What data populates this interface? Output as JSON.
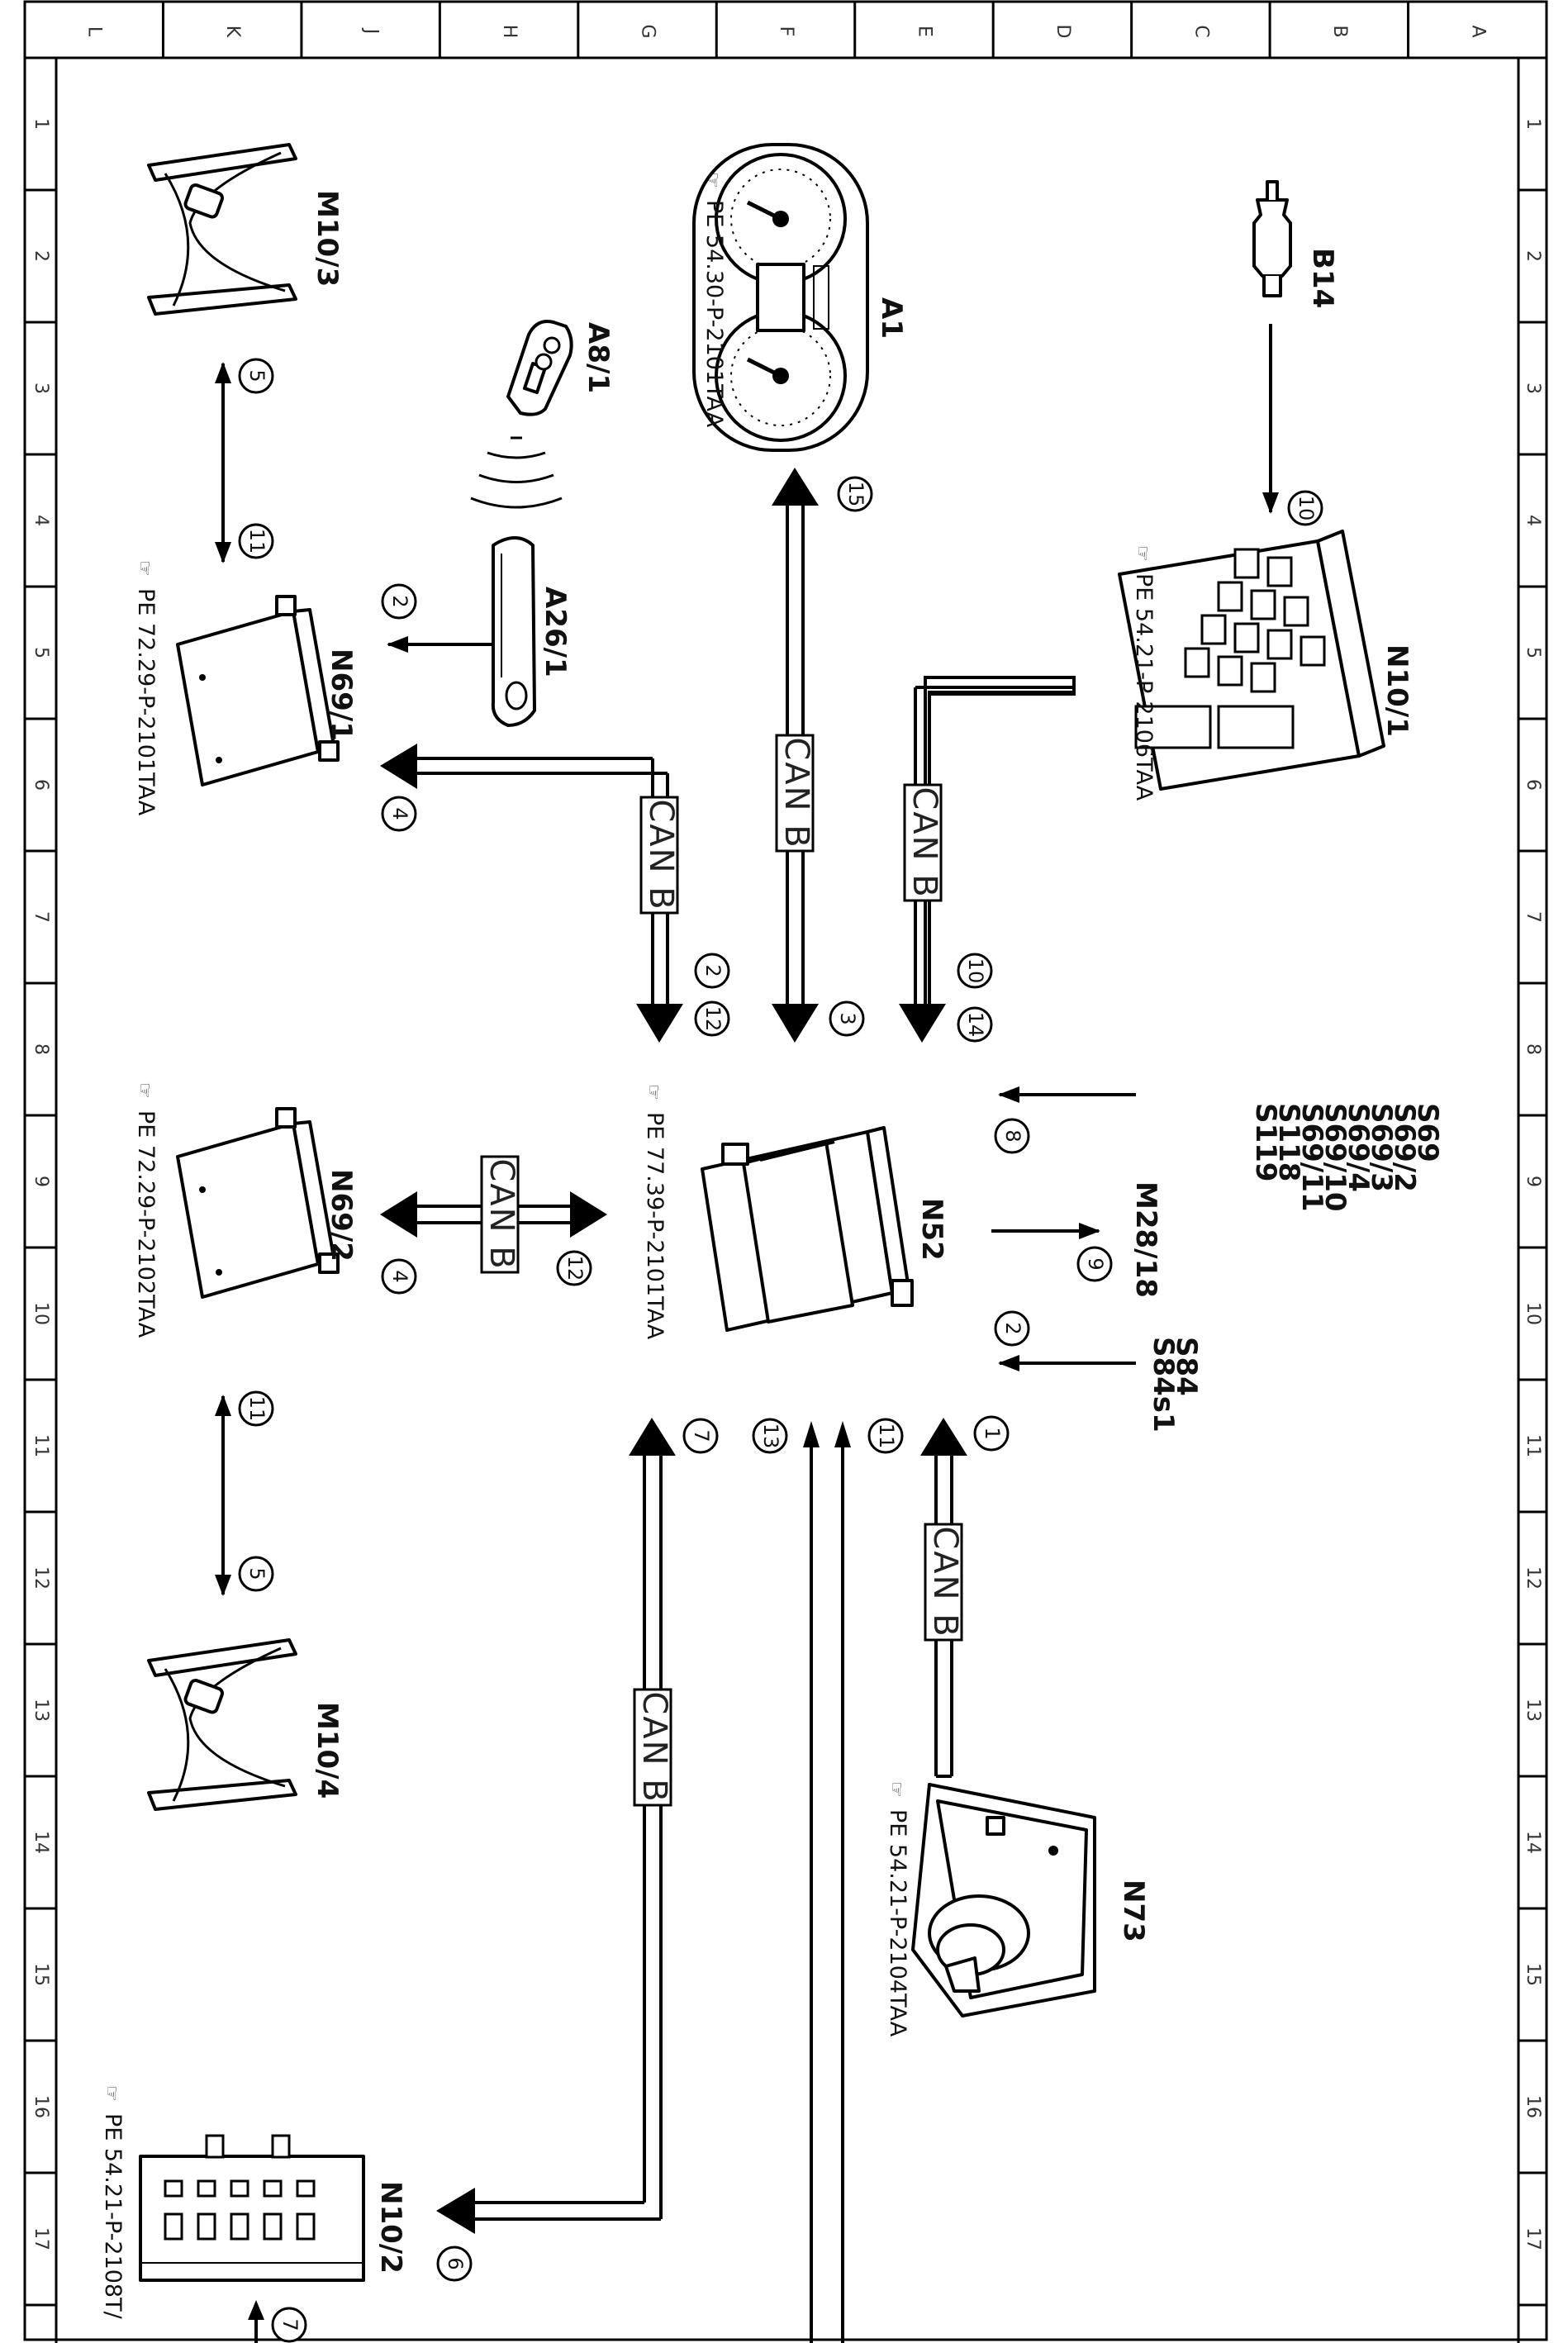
{
  "frame": {
    "column_letters": [
      "L",
      "K",
      "J",
      "H",
      "G",
      "F",
      "E",
      "D",
      "C",
      "B",
      "A"
    ],
    "row_numbers": [
      "1",
      "2",
      "3",
      "4",
      "5",
      "6",
      "7",
      "8",
      "9",
      "10",
      "11",
      "12",
      "13",
      "14",
      "15",
      "16",
      "17"
    ]
  },
  "components": {
    "b14": "B14",
    "a1": "A1",
    "a1_ref": "PE 54.30-P-2101TAA",
    "a8_1": "A8/1",
    "a26_1": "A26/1",
    "m10_3": "M10/3",
    "m10_4": "M10/4",
    "n10_1": "N10/1",
    "n10_1_ref": "PE 54.21-P-2106TAA",
    "n69_1": "N69/1",
    "n69_1_ref": "PE 72.29-P-2101TAA",
    "n69_2": "N69/2",
    "n69_2_ref": "PE 72.29-P-2102TAA",
    "n52": "N52",
    "n52_ref": "PE 77.39-P-2101TAA",
    "m28_18": "M28/18",
    "n73": "N73",
    "n73_ref": "PE 54.21-P-2104TAA",
    "n10_2": "N10/2",
    "n10_2_ref": "PE 54.21-P-2108T/"
  },
  "switch_group": [
    "S69",
    "S69/2",
    "S69/3",
    "S69/4",
    "S69/10",
    "S69/11",
    "S118",
    "S119"
  ],
  "s84_group": [
    "S84",
    "S84s1"
  ],
  "bus_label": "CAN B",
  "signals": {
    "s1": "1",
    "s2": "2",
    "s3": "3",
    "s4": "4",
    "s5": "5",
    "s6": "6",
    "s7": "7",
    "s8": "8",
    "s9": "9",
    "s10": "10",
    "s11": "11",
    "s12": "12",
    "s13": "13",
    "s14": "14",
    "s15": "15"
  }
}
